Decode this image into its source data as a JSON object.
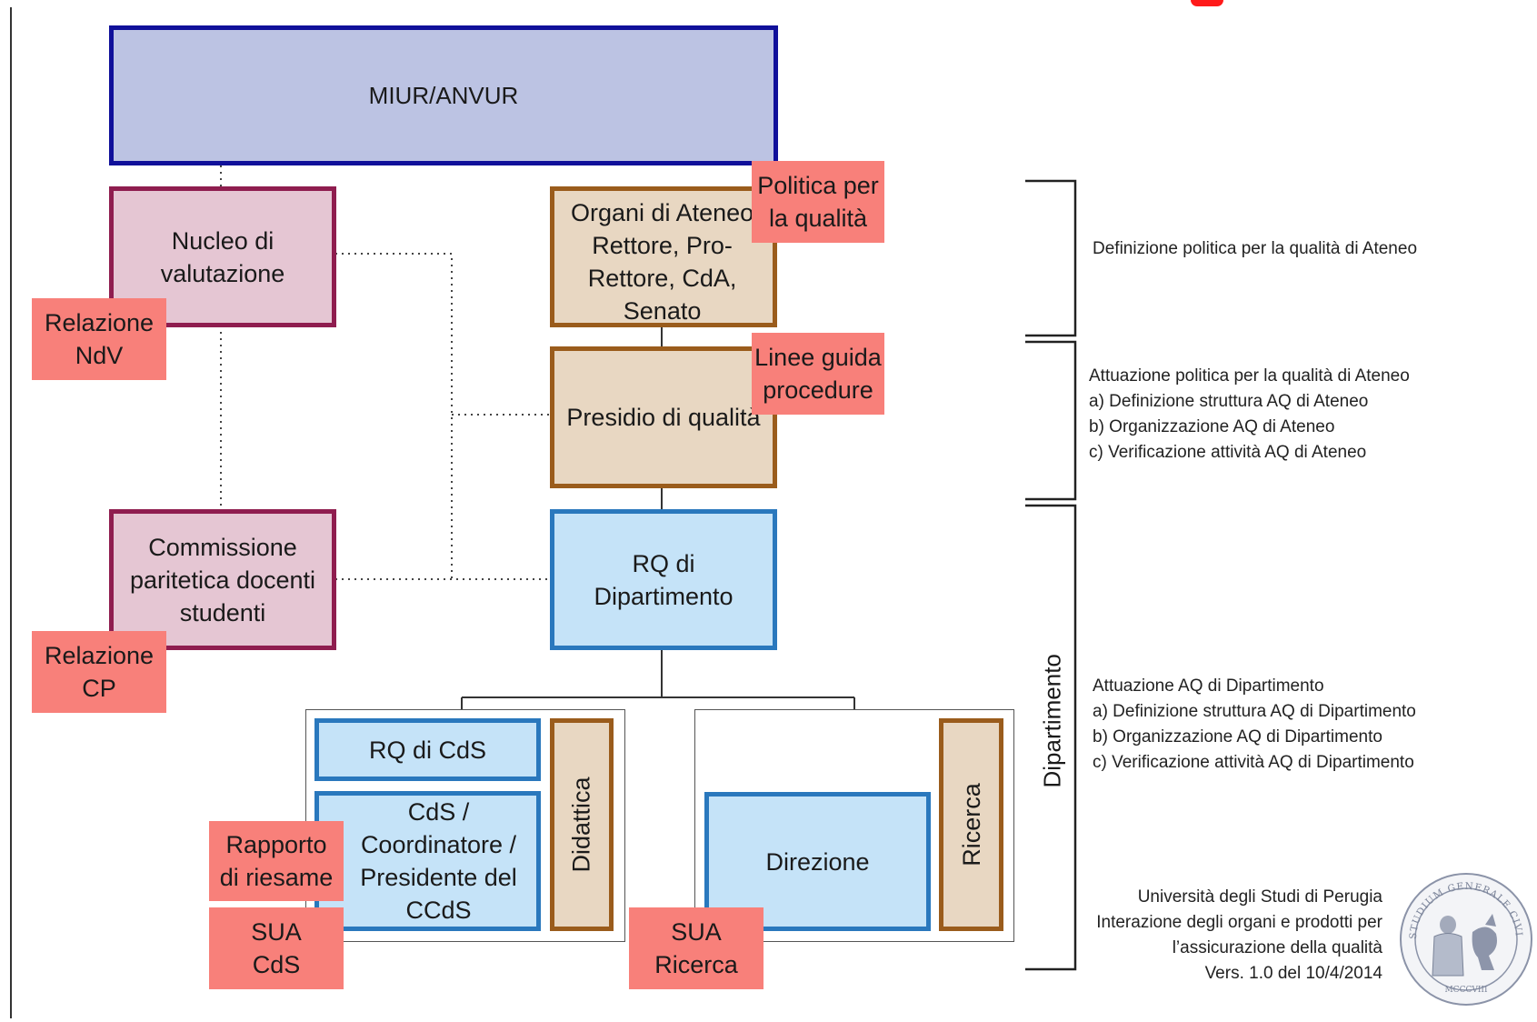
{
  "nodes": {
    "miur": "MIUR/ANVUR",
    "nucleo": "Nucleo di\nvalutazione",
    "organi": "Organi di Ateneo\nRettore, Pro-\nRettore, CdA,\nSenato",
    "presidio": "Presidio di qualità",
    "commissione": "Commissione\nparitetica docenti\nstudenti",
    "rq_dipartimento": "RQ di\nDipartimento",
    "rq_cds": "RQ di CdS",
    "cds": "CdS /\nCoordinatore /\nPresidente del\nCCdS",
    "didattica": "Didattica",
    "direzione": "Direzione",
    "ricerca": "Ricerca"
  },
  "tags": {
    "politica": "Politica per\nla qualità",
    "linee_guida": "Linee guida\nprocedure",
    "relazione_ndv": "Relazione\nNdV",
    "relazione_cp": "Relazione\nCP",
    "rapporto": "Rapporto\ndi riesame",
    "sua_cds": "SUA\nCdS",
    "sua_ricerca": "SUA\nRicerca"
  },
  "side": {
    "ateneo_definizione": "Definizione politica per la qualità di Ateneo",
    "ateneo_attuazione": [
      "Attuazione politica per la qualità di Ateneo",
      "a) Definizione struttura AQ di Ateneo",
      "b) Organizzazione AQ di Ateneo",
      "c) Verificazione attività AQ di Ateneo"
    ],
    "dipartimento_label": "Dipartimento",
    "dipartimento_attuazione": [
      "Attuazione AQ di Dipartimento",
      "a) Definizione struttura AQ di Dipartimento",
      "b) Organizzazione AQ di Dipartimento",
      "c) Verificazione attività AQ di Dipartimento"
    ]
  },
  "footer": [
    "Università degli Studi di Perugia",
    "Interazione degli organi e prodotti per",
    "l’assicurazione della qualità",
    "Vers. 1.0 del 10/4/2014"
  ],
  "seal": {
    "text": "STUDIUM GENERALE CIVITATIS PERUSIAE",
    "year": "MCCCVIII"
  },
  "colors": {
    "miur_fill": "#bcc3e3",
    "miur_border": "#10109a",
    "pink_fill": "#e5c6d3",
    "pink_border": "#8f1d4f",
    "tan_fill": "#e8d7c2",
    "tan_border": "#9a5c1c",
    "blue_fill": "#c5e3f8",
    "blue_border": "#2a78bd",
    "tag_fill": "#f8807a"
  }
}
